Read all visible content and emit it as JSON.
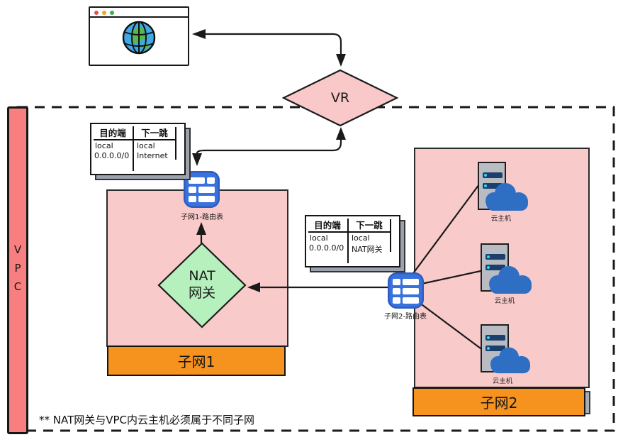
{
  "colors": {
    "subnet_fill": "#f9caca",
    "vpc_bar": "#f87f7f",
    "nat_fill": "#b5f0bd",
    "vr_fill": "#f9c8c8",
    "subnet_bar_orange": "#f6921e",
    "route_icon_blue": "#3a72dd",
    "cloud_blue": "#2e6fc4",
    "line": "#1a1a1a"
  },
  "vr": {
    "label": "VR"
  },
  "nat": {
    "line1": "NAT",
    "line2": "网关"
  },
  "vpc": {
    "letters": [
      "V",
      "P",
      "C"
    ]
  },
  "subnet1": {
    "label": "子网1",
    "route_icon_label": "子网1-路由表"
  },
  "subnet2": {
    "label": "子网2",
    "route_icon_label": "子网2-路由表",
    "hosts": [
      {
        "label": "云主机"
      },
      {
        "label": "云主机"
      },
      {
        "label": "云主机"
      }
    ]
  },
  "route_table1": {
    "headers": [
      "目的端",
      "下一跳"
    ],
    "rows": [
      [
        "local",
        "local"
      ],
      [
        "0.0.0.0/0",
        "Internet"
      ]
    ]
  },
  "route_table2": {
    "headers": [
      "目的端",
      "下一跳"
    ],
    "rows": [
      [
        "local",
        "local"
      ],
      [
        "0.0.0.0/0",
        "NAT网关"
      ]
    ]
  },
  "note": "** NAT网关与VPC内云主机必须属于不同子网"
}
